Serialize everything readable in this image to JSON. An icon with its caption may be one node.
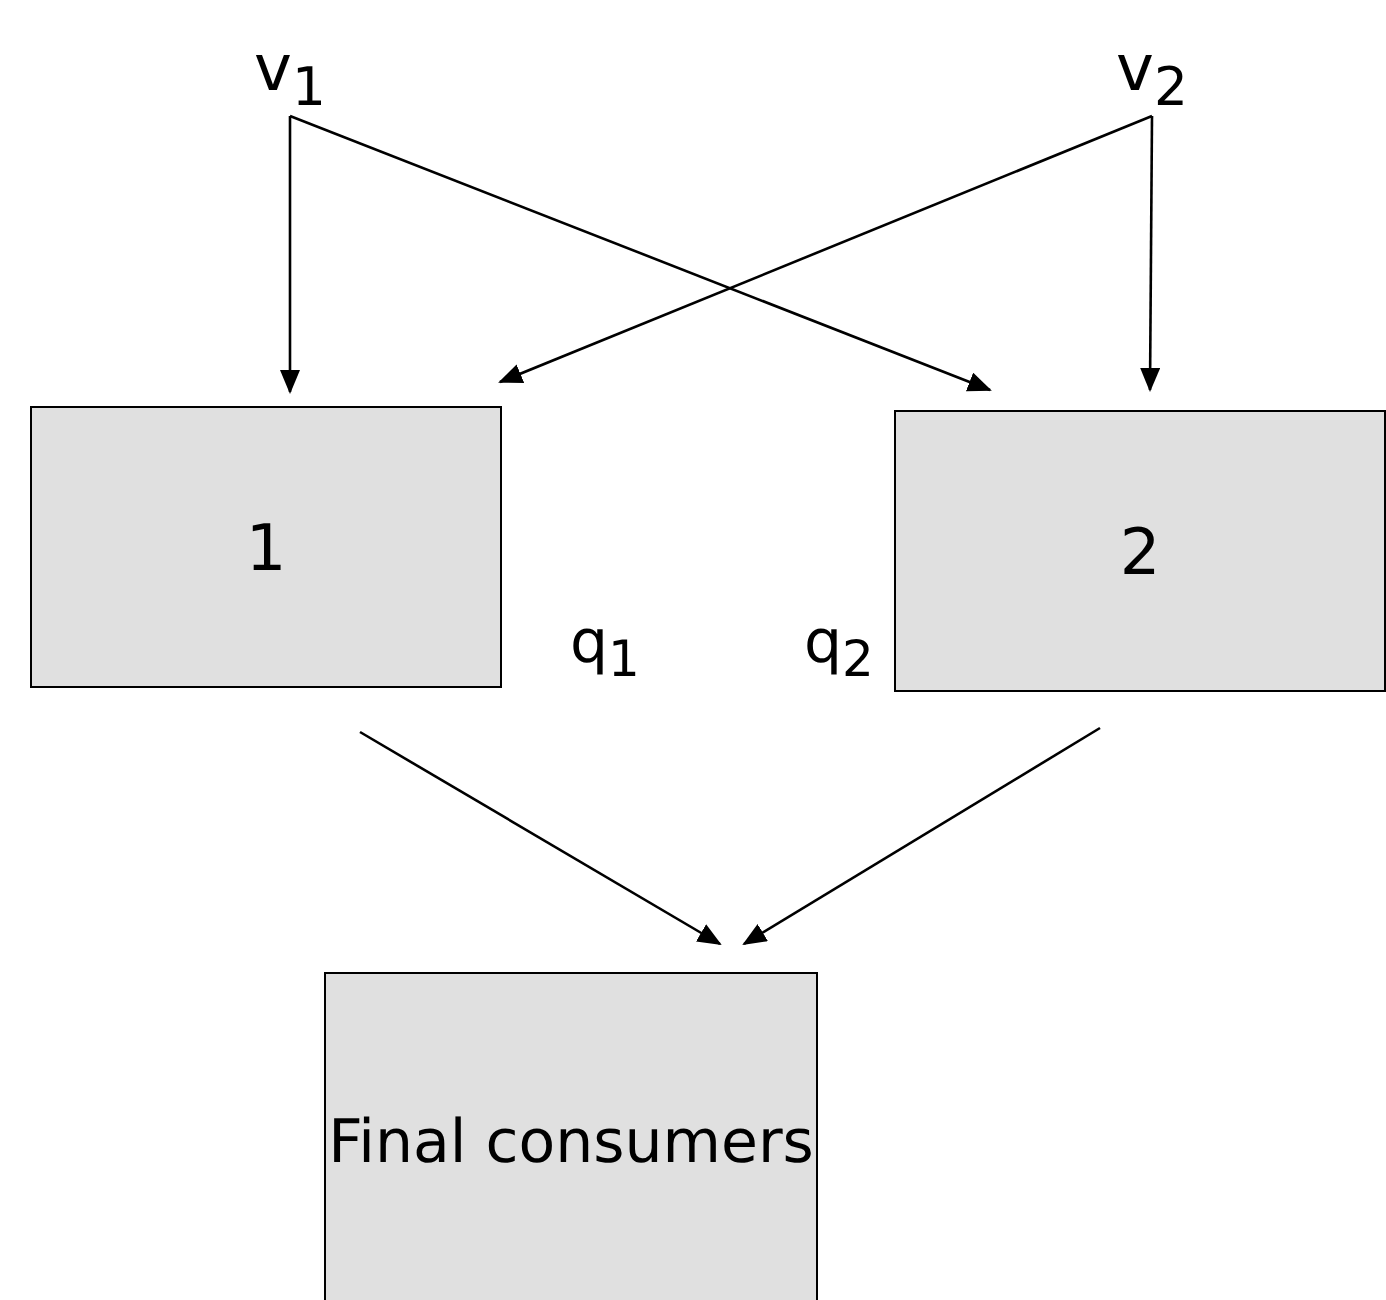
{
  "diagram": {
    "nodes": [
      {
        "text": [
          "v$_{1}$"
        ]
      },
      {
        "text": [
          "v$_{2}$"
        ]
      },
      {
        "text": [
          "1"
        ]
      },
      {
        "text": [
          "2"
        ]
      },
      {
        "text": [
          "Final consumers"
        ]
      }
    ],
    "edges": [
      {
        "from": 0,
        "to": 2,
        "arrow": "to"
      },
      {
        "from": 0,
        "to": 3,
        "arrow": "to"
      },
      {
        "from": 1,
        "to": 2,
        "arrow": "to"
      },
      {
        "from": 1,
        "to": 3,
        "arrow": "to"
      },
      {
        "from": 2,
        "to": 4,
        "arrow": "to",
        "label": "q$_{1}$"
      },
      {
        "from": 3,
        "to": 4,
        "arrow": "to",
        "label": "q$_{2}$"
      }
    ]
  }
}
